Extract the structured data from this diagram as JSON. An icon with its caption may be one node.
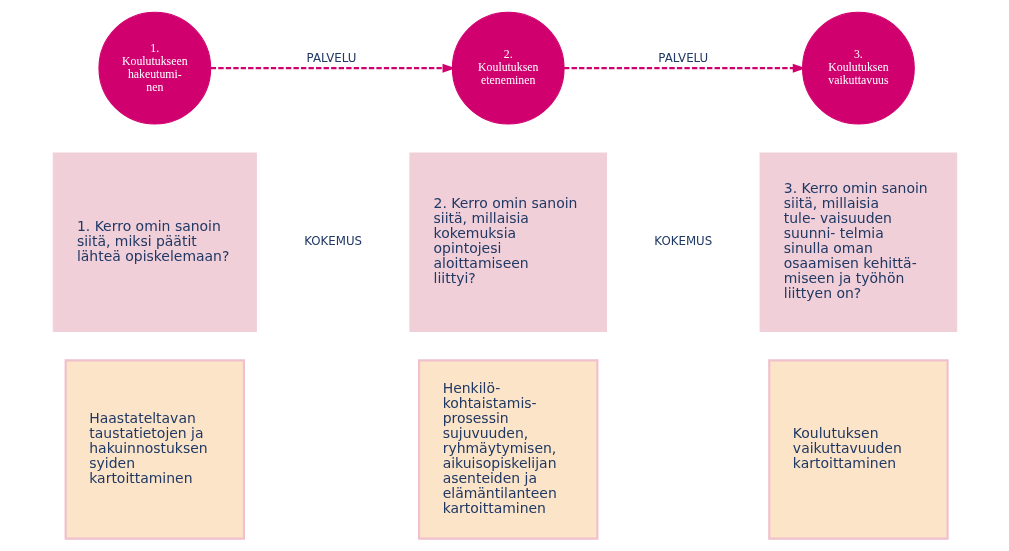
{
  "diagram": {
    "nodes": [
      {
        "text": [
          "1. Koulutukseen hakeutumi- nen"
        ]
      },
      {
        "text": [
          "2. Koulutuksen eteneminen"
        ]
      },
      {
        "text": [
          "3. Koulutuksen vaikuttavuus"
        ]
      },
      {
        "text": [
          "1. Kerro omin sanoin siitä, miksi päätit lähteä opiskelemaan?"
        ]
      },
      {
        "text": [
          "2. Kerro omin sanoin siitä, millaisia kokemuksia opintojesi aloittamiseen liittyi?"
        ]
      },
      {
        "text": [
          "3. Kerro omin sanoin siitä, millaisia tule- vaisuuden suunni- telmia sinulla oman osaamisen kehittä- miseen ja työhön liittyen on?"
        ]
      },
      {
        "text": [
          "Haastateltavan taustatietojen ja hakuinnostuksen syiden kartoittaminen"
        ]
      },
      {
        "text": [
          "Henkilö- kohtaistamis- prosessin sujuvuuden, ryhmäytymisen, aikuisopiskelijan asenteiden ja elämäntilanteen kartoittaminen"
        ]
      },
      {
        "text": [
          "Koulutuksen vaikuttavuuden kartoittaminen"
        ]
      }
    ],
    "edges": [
      {
        "from": 0,
        "to": 1,
        "arrow": "to",
        "label": "PALVELU",
        "style": "dashed"
      },
      {
        "from": 1,
        "to": 2,
        "arrow": "to",
        "label": "PALVELU",
        "style": "dashed"
      }
    ],
    "labels": [
      "KOKEMUS",
      "KOKEMUS"
    ]
  }
}
